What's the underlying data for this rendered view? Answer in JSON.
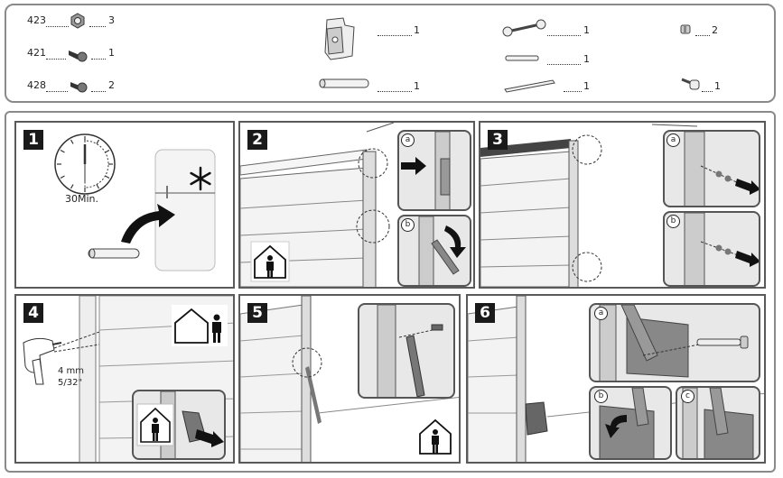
{
  "parts": {
    "p423": {
      "id": "423",
      "qty": "3"
    },
    "p421": {
      "id": "421",
      "qty": "1"
    },
    "p428": {
      "id": "428",
      "qty": "2"
    },
    "bracket": {
      "qty": "1"
    },
    "tube": {
      "qty": "1"
    },
    "rod_long": {
      "qty": "1"
    },
    "rod_short": {
      "qty": "1"
    },
    "rod_flat": {
      "qty": "1"
    },
    "nut_small": {
      "qty": "2"
    },
    "bolt_small": {
      "qty": "1"
    }
  },
  "steps": {
    "s1": {
      "num": "1",
      "timer": "30Min."
    },
    "s2": {
      "num": "2",
      "a": "a",
      "b": "b"
    },
    "s3": {
      "num": "3",
      "a": "a",
      "b": "b"
    },
    "s4": {
      "num": "4",
      "drill_mm": "4 mm",
      "drill_in": "5/32\""
    },
    "s5": {
      "num": "5"
    },
    "s6": {
      "num": "6",
      "a": "a",
      "b": "b",
      "c": "c"
    }
  },
  "icons": [
    "clock-icon",
    "freezer-icon",
    "snowflake-icon",
    "house-person-icon",
    "drill-icon",
    "arrow-icon"
  ]
}
